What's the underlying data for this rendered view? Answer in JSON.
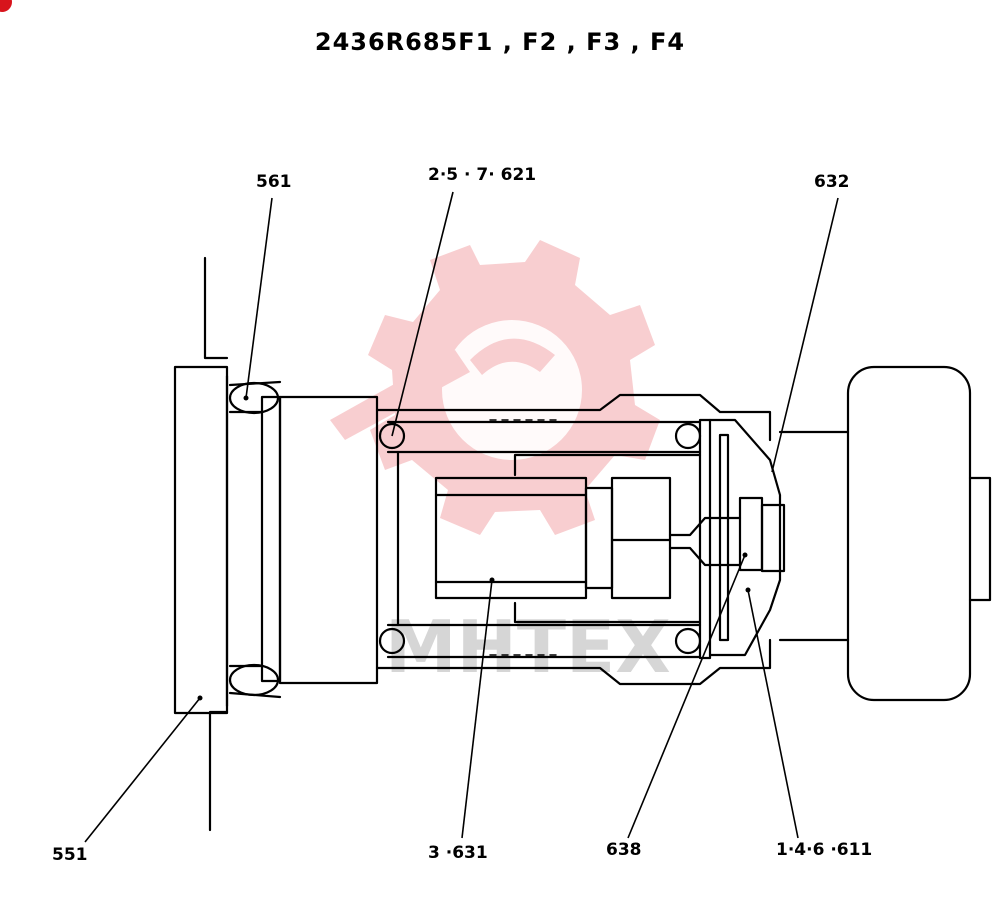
{
  "drawing": {
    "title": "2436R685F1 , F2 , F3 , F4",
    "watermark_text": "MHTEX",
    "watermark_color": "#f7c6c8",
    "labels": {
      "l561": "561",
      "l2_5_7_621": "2·5 · 7· 621",
      "l632": "632",
      "l551": "551",
      "l3_631": "3 ·631",
      "l638": "638",
      "l1_4_6_611": "1·4·6 ·611"
    }
  }
}
